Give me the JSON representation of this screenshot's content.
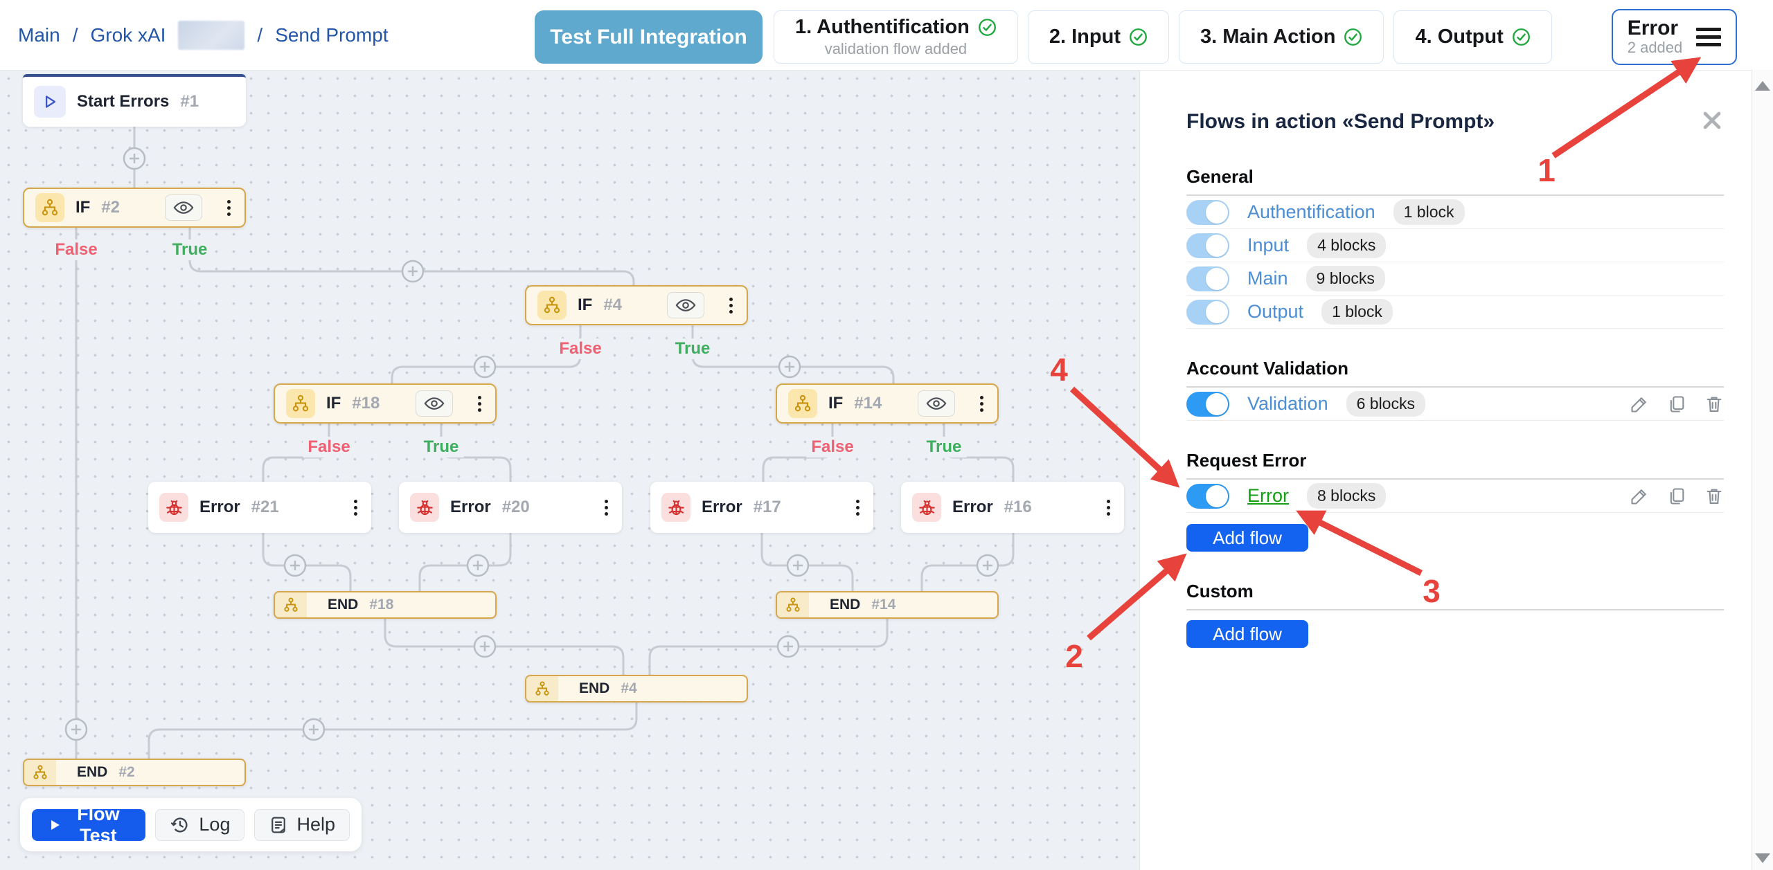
{
  "breadcrumb": {
    "items": [
      "Main",
      "Grok xAI",
      "Send Prompt"
    ],
    "separator": "/"
  },
  "topbar": {
    "test_button": "Test Full Integration",
    "steps": [
      {
        "label": "1. Authentification",
        "sublabel": "validation flow added",
        "check": true
      },
      {
        "label": "2. Input",
        "check": true
      },
      {
        "label": "3. Main Action",
        "check": true
      },
      {
        "label": "4. Output",
        "check": true
      }
    ],
    "error_tab": {
      "label": "Error",
      "sublabel": "2 added"
    }
  },
  "canvas": {
    "nodes": [
      {
        "id": "start1",
        "type": "start",
        "title": "Start Errors",
        "num": "#1"
      },
      {
        "id": "if2",
        "type": "if",
        "title": "IF",
        "num": "#2",
        "false_label": "False",
        "true_label": "True"
      },
      {
        "id": "if4",
        "type": "if",
        "title": "IF",
        "num": "#4",
        "false_label": "False",
        "true_label": "True"
      },
      {
        "id": "if18",
        "type": "if",
        "title": "IF",
        "num": "#18",
        "false_label": "False",
        "true_label": "True"
      },
      {
        "id": "if14",
        "type": "if",
        "title": "IF",
        "num": "#14",
        "false_label": "False",
        "true_label": "True"
      },
      {
        "id": "err21",
        "type": "error",
        "title": "Error",
        "num": "#21"
      },
      {
        "id": "err20",
        "type": "error",
        "title": "Error",
        "num": "#20"
      },
      {
        "id": "err17",
        "type": "error",
        "title": "Error",
        "num": "#17"
      },
      {
        "id": "err16",
        "type": "error",
        "title": "Error",
        "num": "#16"
      },
      {
        "id": "end18",
        "type": "end",
        "title": "END",
        "num": "#18"
      },
      {
        "id": "end14",
        "type": "end",
        "title": "END",
        "num": "#14"
      },
      {
        "id": "end4",
        "type": "end",
        "title": "END",
        "num": "#4"
      },
      {
        "id": "end2",
        "type": "end",
        "title": "END",
        "num": "#2"
      }
    ]
  },
  "toolbar": {
    "flow_test": "Flow Test",
    "log": "Log",
    "help": "Help"
  },
  "panel": {
    "title": "Flows in action «Send Prompt»",
    "sections": [
      {
        "heading": "General",
        "rows": [
          {
            "label": "Authentification",
            "badge": "1 block",
            "toggle": "on",
            "style": "light"
          },
          {
            "label": "Input",
            "badge": "4 blocks",
            "toggle": "on",
            "style": "light"
          },
          {
            "label": "Main",
            "badge": "9 blocks",
            "toggle": "on",
            "style": "light"
          },
          {
            "label": "Output",
            "badge": "1 block",
            "toggle": "on",
            "style": "light"
          }
        ]
      },
      {
        "heading": "Account Validation",
        "rows": [
          {
            "label": "Validation",
            "badge": "6 blocks",
            "toggle": "on",
            "style": "bright",
            "actions": true
          }
        ]
      },
      {
        "heading": "Request Error",
        "rows": [
          {
            "label": "Error",
            "badge": "8 blocks",
            "toggle": "on",
            "style": "bright",
            "actions": true,
            "link_style": "green"
          }
        ],
        "button": "Add flow"
      },
      {
        "heading": "Custom",
        "rows": [],
        "button": "Add flow"
      }
    ]
  },
  "annotations": [
    "1",
    "2",
    "3",
    "4"
  ],
  "colors": {
    "test_button_bg": "#5fa9ce",
    "accent_blue": "#1463f0",
    "toggle_light": "#a8d2f5",
    "toggle_bright": "#2d9bf3",
    "link_blue": "#4b8ed4",
    "link_green": "#12a012",
    "branch_false": "#ef6072",
    "branch_true": "#3fae5f",
    "node_border_gold": "#d7a64b",
    "annotation_red": "#e8423c",
    "check_green": "#1ea73c"
  }
}
